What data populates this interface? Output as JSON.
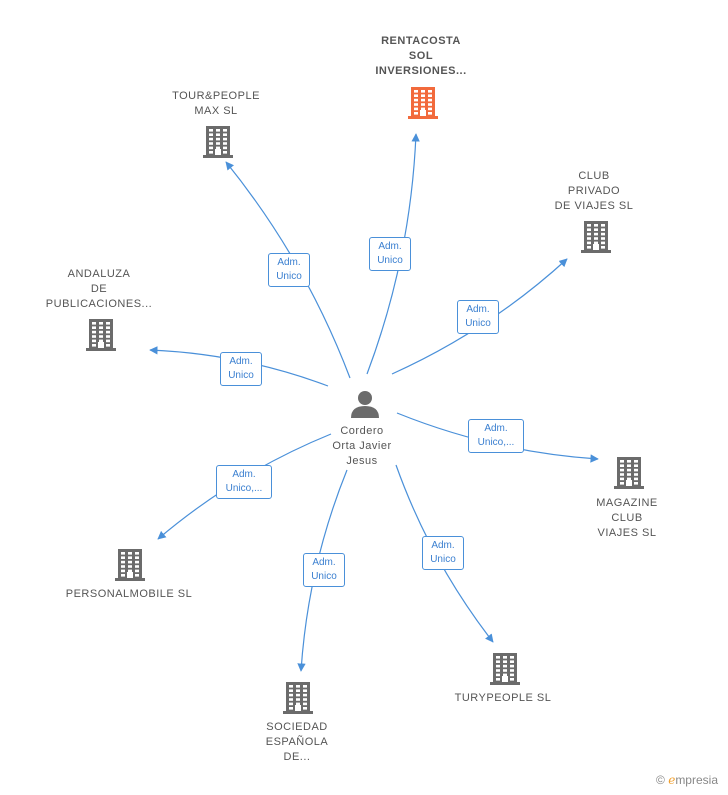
{
  "center": {
    "name": "Cordero\nOrta Javier\nJesus"
  },
  "nodes": [
    {
      "id": "rentacosta",
      "label": "RENTACOSTA\nSOL\nINVERSIONES...",
      "highlight": true
    },
    {
      "id": "tourpeople",
      "label": "TOUR&PEOPLE\nMAX  SL"
    },
    {
      "id": "club-privado",
      "label": "CLUB\nPRIVADO\nDE VIAJES  SL"
    },
    {
      "id": "andaluza",
      "label": "ANDALUZA\nDE\nPUBLICACIONES..."
    },
    {
      "id": "magazine",
      "label": "MAGAZINE\nCLUB\nVIAJES  SL"
    },
    {
      "id": "personalmobile",
      "label": "PERSONALMOBILE SL"
    },
    {
      "id": "turypeople",
      "label": "TURYPEOPLE SL"
    },
    {
      "id": "sociedad",
      "label": "SOCIEDAD\nESPAÑOLA\nDE..."
    }
  ],
  "edges": [
    {
      "to": "rentacosta",
      "label": "Adm.\nUnico"
    },
    {
      "to": "tourpeople",
      "label": "Adm.\nUnico"
    },
    {
      "to": "club-privado",
      "label": "Adm.\nUnico"
    },
    {
      "to": "andaluza",
      "label": "Adm.\nUnico"
    },
    {
      "to": "magazine",
      "label": "Adm.\nUnico,..."
    },
    {
      "to": "personalmobile",
      "label": "Adm.\nUnico,..."
    },
    {
      "to": "turypeople",
      "label": "Adm.\nUnico"
    },
    {
      "to": "sociedad",
      "label": "Adm.\nUnico"
    }
  ],
  "colors": {
    "edge": "#4a90d9",
    "company": "#6b6b6b",
    "highlight_company": "#f26a3c",
    "person": "#6b6b6b"
  },
  "icons": {
    "company": "building-icon",
    "person": "person-icon"
  },
  "brand": {
    "copyright": "©",
    "name": "mpresia",
    "initial": "e"
  }
}
